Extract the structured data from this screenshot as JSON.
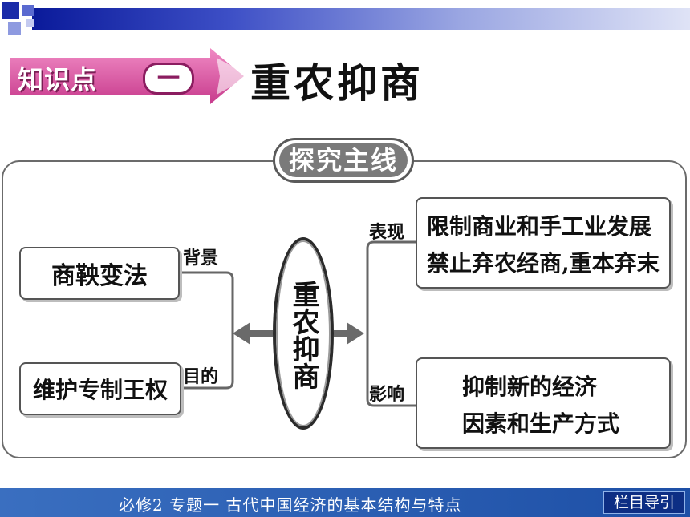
{
  "heading": {
    "label": "知识点",
    "number": "一",
    "title": "重农抑商"
  },
  "diagram": {
    "header": "探究主线",
    "center": "重农抑商",
    "left": [
      {
        "label": "背景",
        "text": "商鞅变法"
      },
      {
        "label": "目的",
        "text": "维护专制王权"
      }
    ],
    "right": [
      {
        "label": "表现",
        "lines": [
          "限制商业和手工业发展",
          "禁止弃农经商,重本弃末"
        ]
      },
      {
        "label": "影响",
        "lines": [
          "抑制新的经济",
          "因素和生产方式"
        ]
      }
    ]
  },
  "footer": {
    "text": "必修2   专题一   古代中国经济的基本结构与特点",
    "nav_button": "栏目导引"
  },
  "colors": {
    "pink": "#d64d9b",
    "footer_blue": "#2a5fb4",
    "nav_blue": "#0d2e84"
  }
}
